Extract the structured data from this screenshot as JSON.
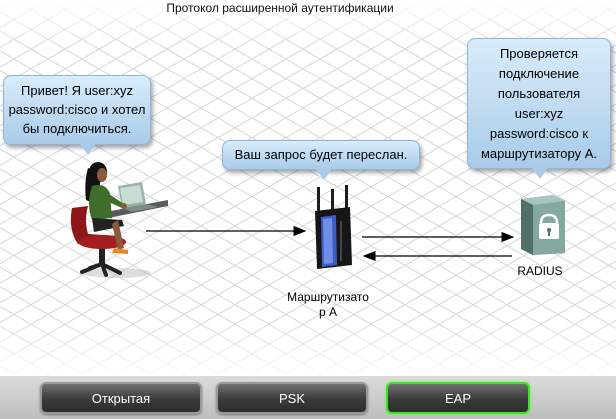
{
  "title": "Протокол расширенной аутентификации",
  "user_bubble": [
    "Привет! Я user:xyz",
    "password:cisco и хотел",
    "бы подключиться."
  ],
  "router_bubble": "Ваш запрос будет переслан.",
  "radius_bubble": [
    "Проверяется",
    "подключение",
    "пользователя",
    "user:xyz",
    "password:cisco к",
    "маршрутизатору А."
  ],
  "router_label": [
    "Маршрутизато",
    "р А"
  ],
  "radius_label": "RADIUS",
  "tabs": [
    {
      "label": "Открытая",
      "active": false
    },
    {
      "label": "PSK",
      "active": false
    },
    {
      "label": "EAP",
      "active": true
    }
  ],
  "colors": {
    "bubble": "#bcdaf2",
    "active_tab_border": "#3fe12a",
    "tab_fill": "#3a3a3a"
  }
}
